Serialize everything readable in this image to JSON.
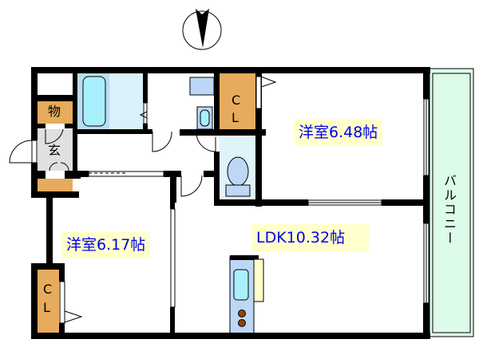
{
  "floor_plan": {
    "rooms": [
      {
        "id": "western-room-1",
        "label": "洋室6.48帖"
      },
      {
        "id": "western-room-2",
        "label": "洋室6.17帖"
      },
      {
        "id": "ldk",
        "label": "LDK10.32帖"
      }
    ],
    "storage_label": "物",
    "entrance_label": "玄",
    "closet_label_c": "C",
    "closet_label_l": "L",
    "balcony_label": "バルコニー"
  },
  "colors": {
    "wall": "#000000",
    "closet": "#e6ab5c",
    "bath": "#d9f1fb",
    "tub": "#a8f0fb",
    "toilet_room": "#dff3fb",
    "fixture": "#bcd8f6",
    "entrance_floor": "#e0e0e0",
    "balcony": "#dcfbe8",
    "label_bg": "#ffffcc",
    "label_text": "#0000ee",
    "stove_burner": "#8b4513"
  },
  "compass": {
    "direction": "north-down-pointing"
  }
}
